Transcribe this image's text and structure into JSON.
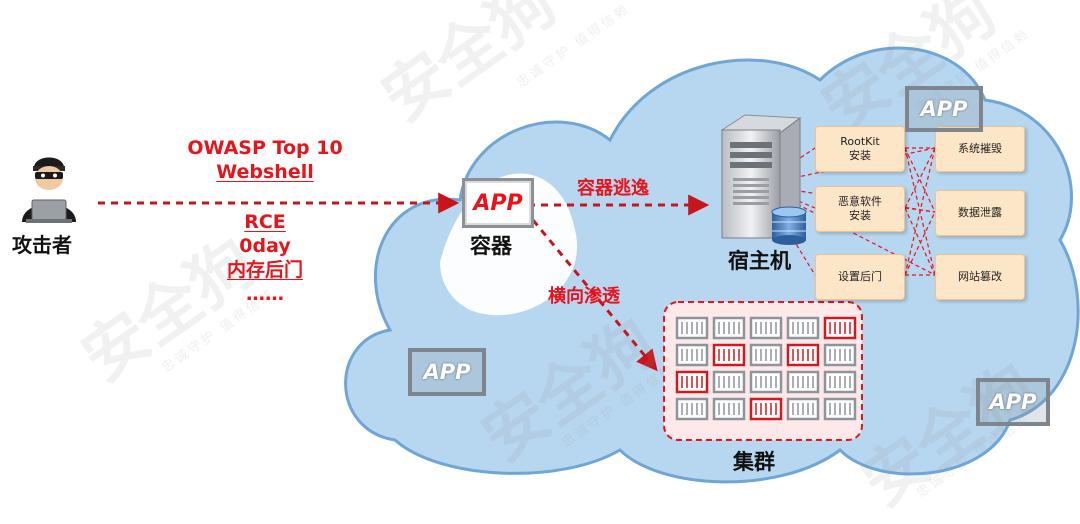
{
  "attacker": {
    "label": "攻击者"
  },
  "attack_vectors": {
    "top": [
      "OWASP Top 10",
      "Webshell"
    ],
    "bottom": [
      "RCE",
      "0day",
      "内存后门",
      "……"
    ]
  },
  "container": {
    "app_label": "APP",
    "label": "容器"
  },
  "escape_label": "容器逃逸",
  "lateral_label": "横向渗透",
  "host": {
    "label": "宿主机"
  },
  "host_actions": [
    {
      "line1": "RootKit",
      "line2": "安装"
    },
    {
      "line1": "恶意软件",
      "line2": "安装"
    },
    {
      "line1": "设置后门",
      "line2": ""
    }
  ],
  "impacts": [
    "系统摧毁",
    "数据泄露",
    "网站篡改"
  ],
  "cluster": {
    "label": "集群"
  },
  "floating_apps": [
    "APP",
    "APP",
    "APP"
  ],
  "watermarks": [
    {
      "main": "安全狗",
      "sub": "忠诚守护 值得信赖"
    },
    {
      "main": "安全狗",
      "sub": "忠诚守护 值得信赖"
    },
    {
      "main": "安全狗",
      "sub": "忠诚守护 值得信赖"
    },
    {
      "main": "安全狗",
      "sub": "忠诚守护 值得信赖"
    },
    {
      "main": "安全狗",
      "sub": "忠诚守护 值得信赖"
    }
  ],
  "colors": {
    "cloud": "#b7d6ef",
    "cloud_edge": "#5b9bd5",
    "accent_red": "#e8141c",
    "box_orange": "#fde6c8"
  }
}
